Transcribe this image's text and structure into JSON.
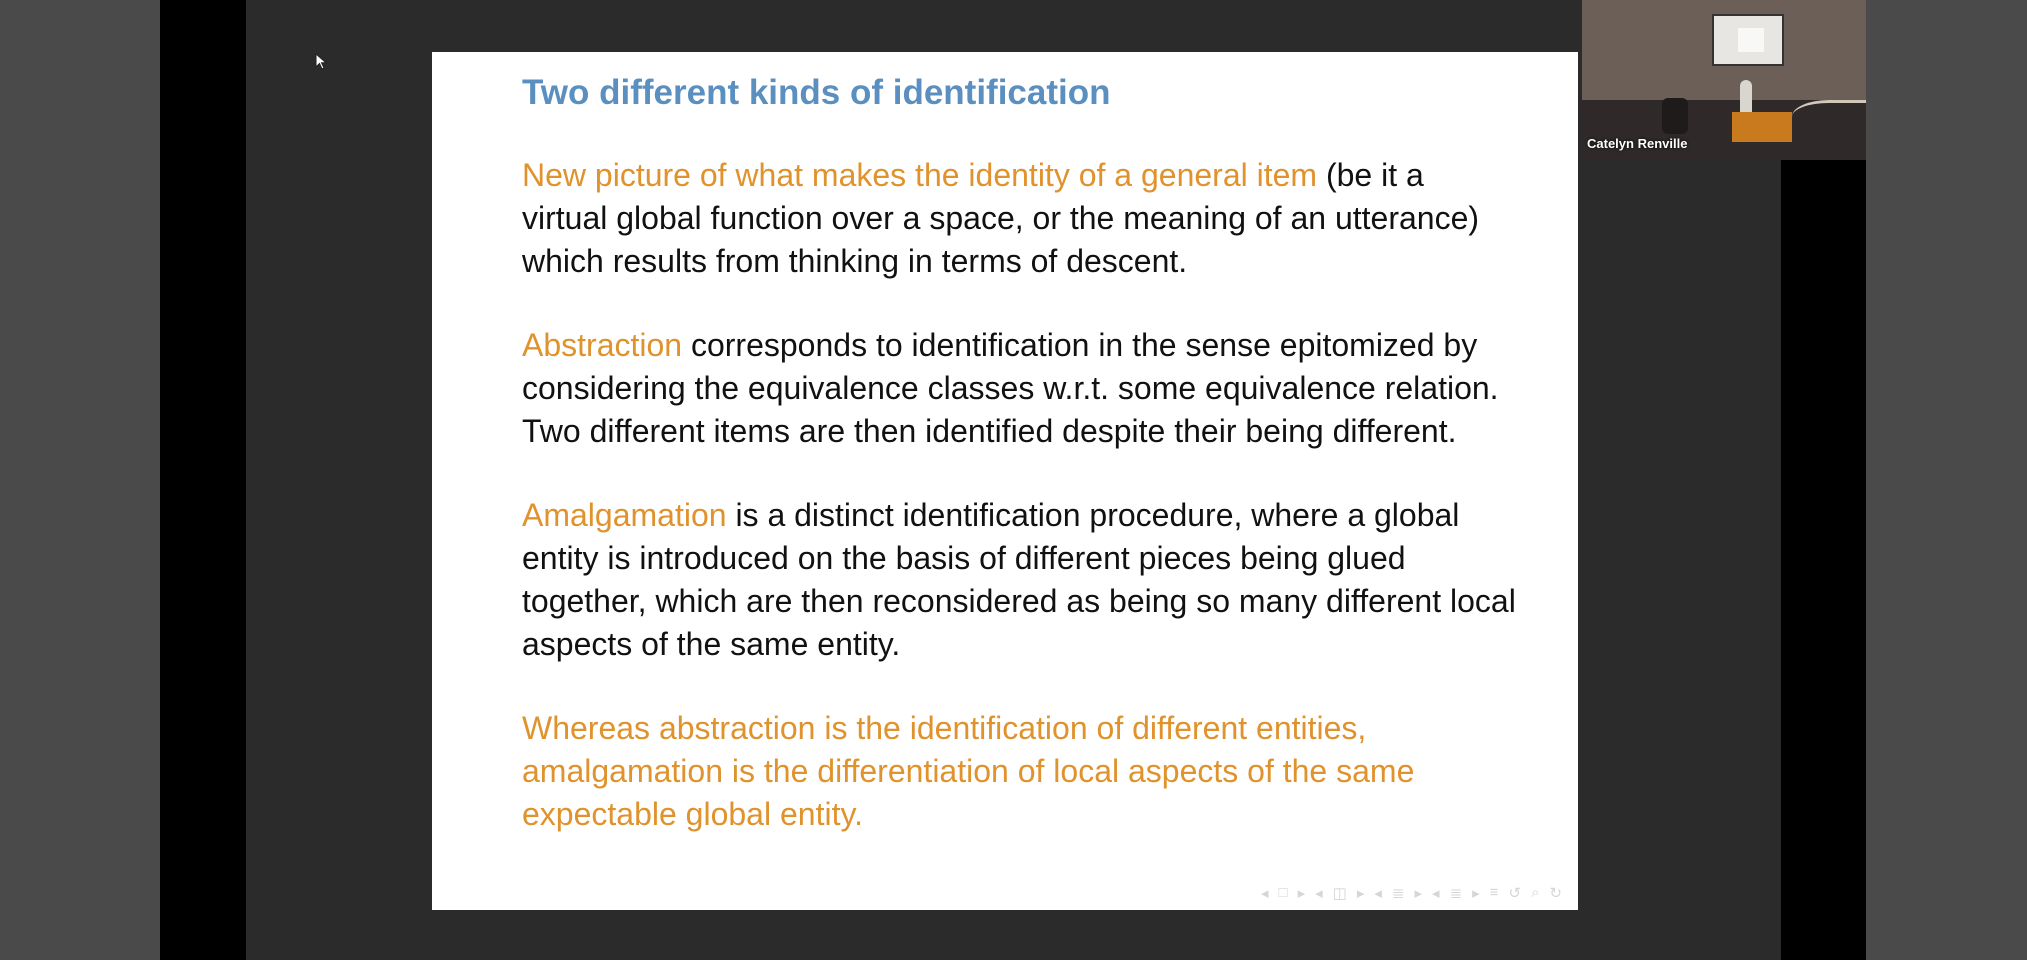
{
  "slide": {
    "title": "Two different kinds of identification",
    "p1": {
      "highlight": "New picture of what makes the identity of a general item",
      "rest": " (be it a virtual global function over a space, or the meaning of an utterance) which results from thinking in terms of descent."
    },
    "p2": {
      "highlight": "Abstraction",
      "rest": " corresponds to identification in the sense epitomized by considering the equivalence classes w.r.t. some equivalence relation.  Two different items are then identified despite their being different."
    },
    "p3": {
      "highlight": "Amalgamation",
      "rest": " is a distinct identification procedure, where a global entity is introduced on the basis of different pieces being glued together, which are then reconsidered as being so many different local aspects of the same entity."
    },
    "p4": "Whereas abstraction is the identification of different entities, amalgamation is the differentiation of local aspects of the same expectable global entity."
  },
  "video": {
    "participant_name": "Catelyn Renville"
  },
  "colors": {
    "title": "#5a8fbf",
    "highlight": "#e0922c",
    "text": "#111111"
  },
  "icons": [
    "cursor-icon",
    "nav-frame-icon",
    "nav-left-icon",
    "nav-right-icon",
    "nav-section-icon",
    "nav-subsection-icon",
    "nav-align-icon",
    "nav-search-icon",
    "nav-loop-icon"
  ]
}
